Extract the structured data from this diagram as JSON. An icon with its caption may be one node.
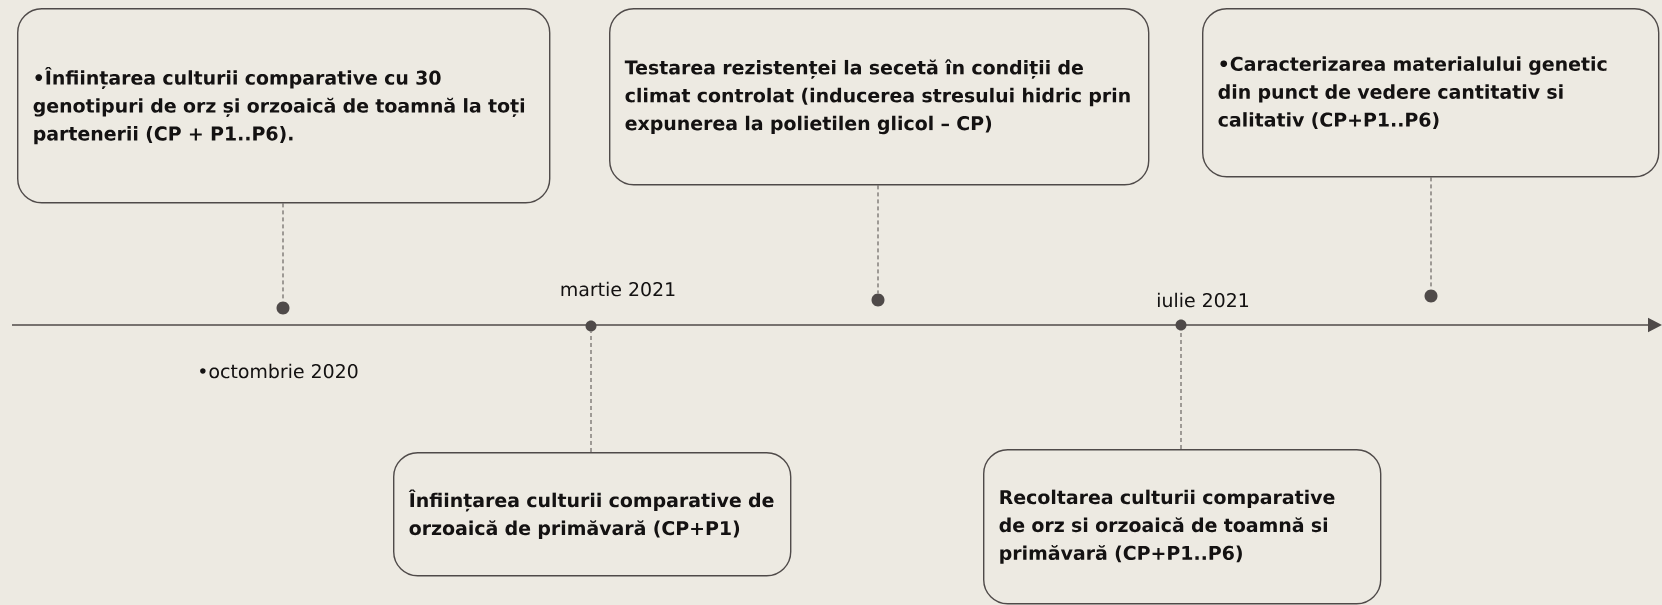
{
  "diagram": {
    "nodes": [
      {
        "text": [
          "•Înființarea culturii comparative cu 30 genotipuri de orz și orzoaică de toamnă la toți partenerii (CP + P1..P6)."
        ]
      },
      {
        "text": [
          "Testarea rezistenței la secetă în condiții de climat controlat (inducerea stresului hidric prin expunerea la polietilen glicol – CP)"
        ]
      },
      {
        "text": [
          "•Caracterizarea materialului genetic din punct de vedere cantitativ si calitativ (CP+P1..P6)"
        ]
      },
      {
        "text": [
          "Înființarea culturii comparative de orzoaică de primăvară (CP+P1)"
        ]
      },
      {
        "text": [
          "Recoltarea culturii comparative de orz si orzoaică de toamnă si primăvară (CP+P1..P6)"
        ]
      },
      {
        "text": [],
        "shape": "circle"
      },
      {
        "text": [],
        "shape": "circle"
      },
      {
        "text": [],
        "shape": "circle"
      },
      {
        "text": [],
        "shape": "circle"
      },
      {
        "text": [],
        "shape": "circle"
      }
    ],
    "edges": [
      {
        "from": 0,
        "to": 5,
        "arrow": "none",
        "style": "dashed"
      },
      {
        "from": 3,
        "to": 6,
        "arrow": "none",
        "style": "dashed"
      },
      {
        "from": 1,
        "to": 7,
        "arrow": "none",
        "style": "dashed"
      },
      {
        "from": 4,
        "to": 8,
        "arrow": "none",
        "style": "dashed"
      },
      {
        "from": 2,
        "to": 9,
        "arrow": "none",
        "style": "dashed"
      }
    ],
    "labels": [
      "martie 2021",
      "iulie 2021",
      "•octombrie 2020"
    ]
  }
}
